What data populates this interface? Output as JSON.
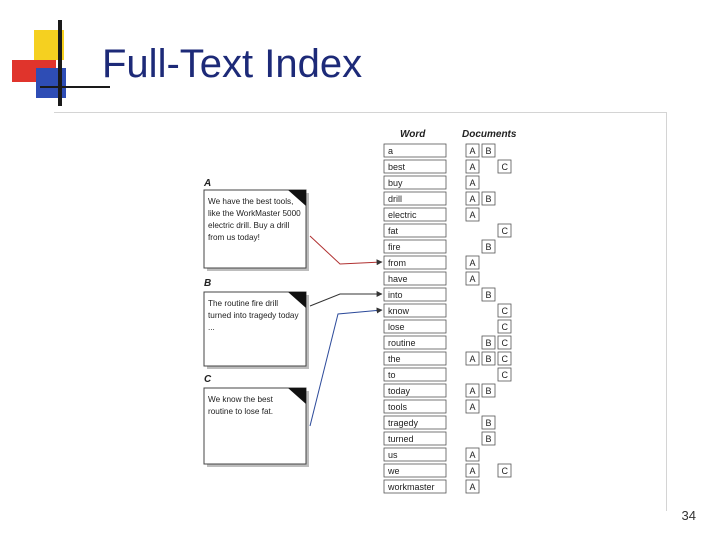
{
  "slide": {
    "title": "Full-Text Index",
    "page_number": "34"
  },
  "figure": {
    "headers": {
      "word": "Word",
      "documents": "Documents"
    },
    "docs": [
      {
        "id": "A",
        "lines": [
          "We have the best tools,",
          "like the WorkMaster 5000",
          "electric drill. Buy a drill",
          "from us today!"
        ]
      },
      {
        "id": "B",
        "lines": [
          "The routine fire drill",
          "turned into tragedy today",
          "..."
        ]
      },
      {
        "id": "C",
        "lines": [
          "We know the best",
          "routine to lose fat."
        ]
      }
    ],
    "rows": [
      {
        "word": "a",
        "a": "A",
        "b": "B",
        "c": ""
      },
      {
        "word": "best",
        "a": "A",
        "b": "",
        "c": "C"
      },
      {
        "word": "buy",
        "a": "A",
        "b": "",
        "c": ""
      },
      {
        "word": "drill",
        "a": "A",
        "b": "B",
        "c": ""
      },
      {
        "word": "electric",
        "a": "A",
        "b": "",
        "c": ""
      },
      {
        "word": "fat",
        "a": "",
        "b": "",
        "c": "C"
      },
      {
        "word": "fire",
        "a": "",
        "b": "B",
        "c": ""
      },
      {
        "word": "from",
        "a": "A",
        "b": "",
        "c": ""
      },
      {
        "word": "have",
        "a": "A",
        "b": "",
        "c": ""
      },
      {
        "word": "into",
        "a": "",
        "b": "B",
        "c": ""
      },
      {
        "word": "know",
        "a": "",
        "b": "",
        "c": "C"
      },
      {
        "word": "lose",
        "a": "",
        "b": "",
        "c": "C"
      },
      {
        "word": "routine",
        "a": "",
        "b": "B",
        "c": "C"
      },
      {
        "word": "the",
        "a": "A",
        "b": "B",
        "c": "C"
      },
      {
        "word": "to",
        "a": "",
        "b": "",
        "c": "C"
      },
      {
        "word": "today",
        "a": "A",
        "b": "B",
        "c": ""
      },
      {
        "word": "tools",
        "a": "A",
        "b": "",
        "c": ""
      },
      {
        "word": "tragedy",
        "a": "",
        "b": "B",
        "c": ""
      },
      {
        "word": "turned",
        "a": "",
        "b": "B",
        "c": ""
      },
      {
        "word": "us",
        "a": "A",
        "b": "",
        "c": ""
      },
      {
        "word": "we",
        "a": "A",
        "b": "",
        "c": "C"
      },
      {
        "word": "workmaster",
        "a": "A",
        "b": "",
        "c": ""
      }
    ],
    "colors": {
      "arrow_red": "#b03030",
      "arrow_blue": "#2c4a9a",
      "title_blue": "#1d2a78",
      "logo_yellow": "#f5d020",
      "logo_red": "#e0342c",
      "logo_blue": "#2e4db5"
    }
  }
}
